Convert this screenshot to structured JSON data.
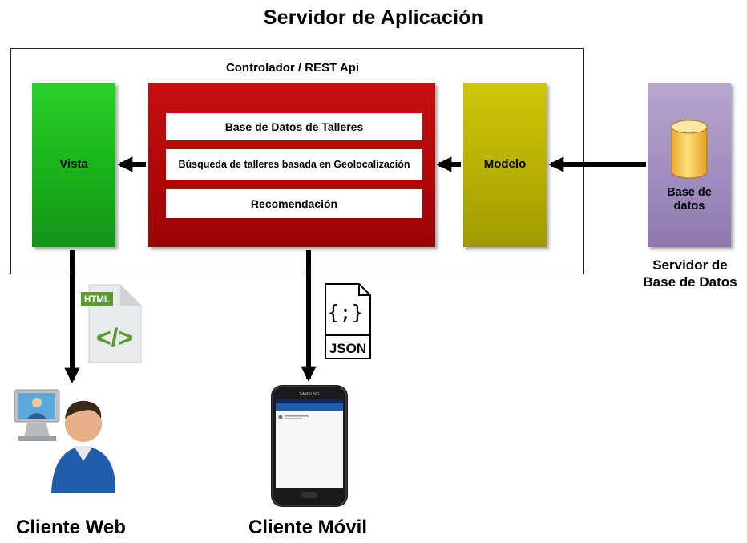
{
  "title": "Servidor de Aplicación",
  "app_server": {
    "controller_label": "Controlador / REST Api",
    "vista_label": "Vista",
    "modelo_label": "Modelo",
    "controller_items": [
      "Base de Datos de Talleres",
      "Búsqueda de talleres basada en Geolocalización",
      "Recomendación"
    ]
  },
  "database": {
    "label": "Base de datos",
    "label_line1": "Base de",
    "label_line2": "datos",
    "server_line1": "Servidor de",
    "server_line2": "Base de Datos"
  },
  "file_icons": {
    "html_tag": "HTML",
    "code_glyph": "</>",
    "json_braces": "{;}",
    "json_tag": "JSON"
  },
  "clients": {
    "web": "Cliente Web",
    "movil": "Cliente Móvil",
    "phone_brand": "SAMSUNG"
  },
  "colors": {
    "vista": "#1bb51b",
    "controller": "#b10708",
    "modelo": "#b7b002",
    "database_server": "#9f8bbd",
    "cylinder": "#f5c84a"
  }
}
